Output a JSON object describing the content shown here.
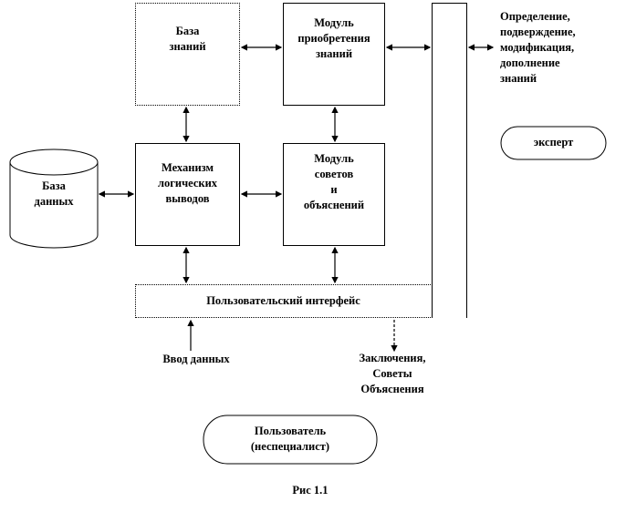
{
  "nodes": {
    "knowledge_base": "База\nзнаний",
    "acquisition_module": "Модуль\nприобретения\nзнаний",
    "inference_engine": "Механизм\nлогических\nвыводов",
    "advice_module": "Модуль\nсоветов\nи\nобъяснений",
    "database": "База\nданных",
    "user_interface": "Пользовательский интерфейс",
    "expert": "эксперт",
    "user": "Пользователь\n(неспециалист)"
  },
  "annotations": {
    "expert_actions": "Определение,\nподверждение,\nмодификация,\nдополнение\nзнаний",
    "data_input": "Ввод данных",
    "outputs": "Заключения,\nСоветы\nОбъяснения"
  },
  "caption": "Рис 1.1"
}
